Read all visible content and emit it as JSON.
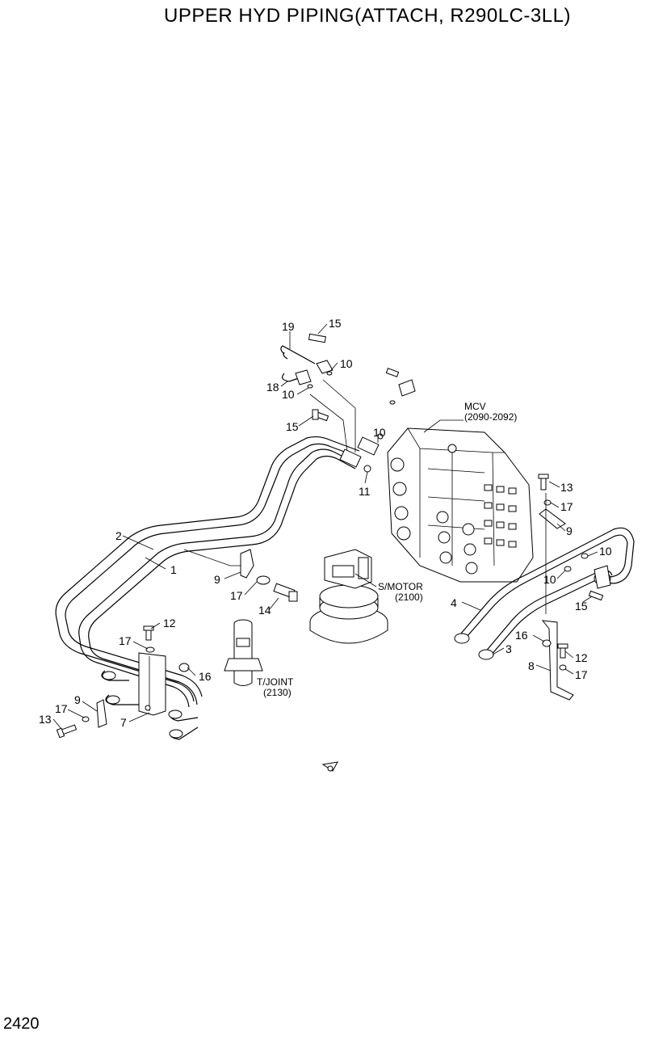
{
  "title": "UPPER HYD PIPING(ATTACH, R290LC-3LL)",
  "page_number": "2420",
  "components": {
    "mcv": {
      "label": "MCV",
      "ref": "(2090-2092)"
    },
    "swing_motor": {
      "label": "S/MOTOR",
      "ref": "(2100)"
    },
    "turning_joint": {
      "label": "T/JOINT",
      "ref": "(2130)"
    }
  },
  "callouts": {
    "c19": "19",
    "c15a": "15",
    "c10a": "10",
    "c18": "18",
    "c10b": "10",
    "c15b": "15",
    "c10c": "10",
    "c11": "11",
    "c2": "2",
    "c1": "1",
    "c9a": "9",
    "c17a": "17",
    "c14": "14",
    "c12a": "12",
    "c17b": "17",
    "c16a": "16",
    "c17c": "17",
    "c9b": "9",
    "c13a": "13",
    "c7": "7",
    "c13b": "13",
    "c17d": "17",
    "c9c": "9",
    "c10d": "10",
    "c10e": "10",
    "c15c": "15",
    "c4": "4",
    "c3": "3",
    "c16b": "16",
    "c12b": "12",
    "c8": "8",
    "c17e": "17"
  }
}
